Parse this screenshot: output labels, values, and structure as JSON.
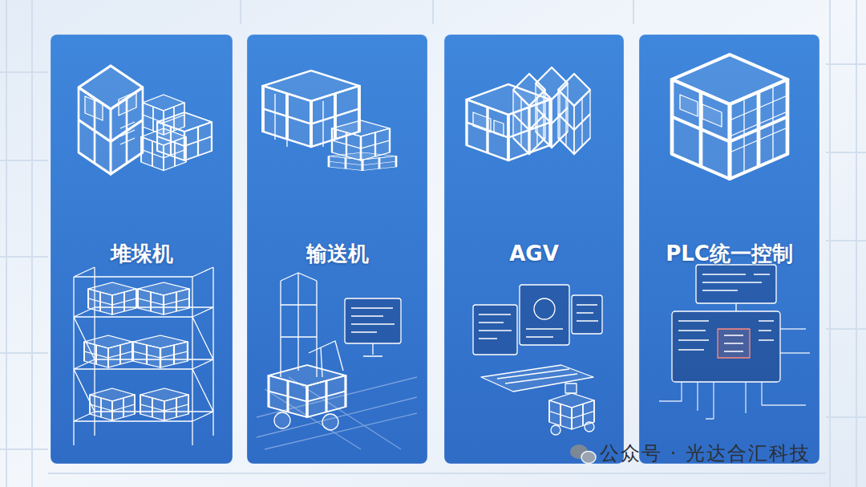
{
  "diagram": {
    "nodes": [
      {
        "text": [
          "堆垛机"
        ]
      },
      {
        "text": [
          "输送机"
        ]
      },
      {
        "text": [
          "AGV"
        ]
      },
      {
        "text": [
          "PLC统一控制"
        ]
      }
    ],
    "edges": [
      {
        "from": 0,
        "to": 1,
        "arrow": "to"
      },
      {
        "from": 1,
        "to": 2,
        "arrow": "to"
      },
      {
        "from": 2,
        "to": 3,
        "arrow": "to"
      }
    ],
    "labels": [
      "公众号 · 光达合汇科技"
    ]
  }
}
